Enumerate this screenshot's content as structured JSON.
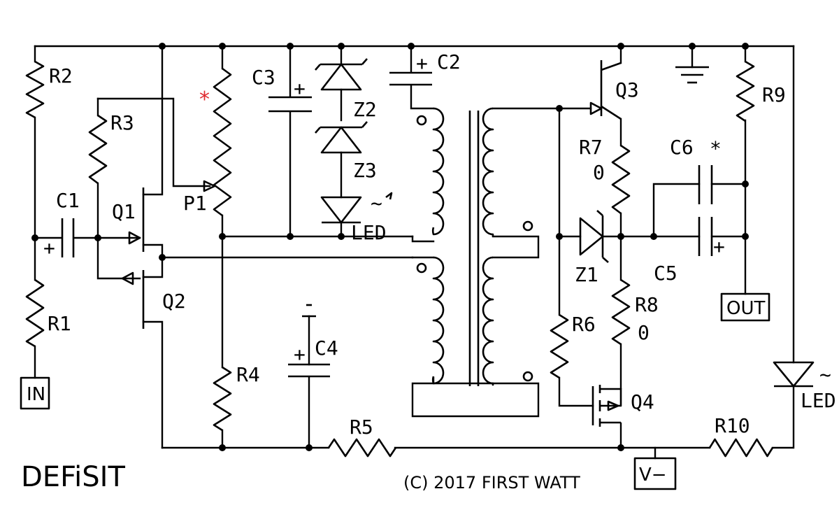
{
  "title": "DEFiSIT",
  "copyright": "(C) 2017 FIRST WATT",
  "marker_color": "#e0292e",
  "components": {
    "R1": "R1",
    "R2": "R2",
    "R3": "R3",
    "R4": "R4",
    "R5": "R5",
    "R6": "R6",
    "R7": "R7",
    "R8": "R8",
    "R9": "R9",
    "R10": "R10",
    "C1": "C1",
    "C2": "C2",
    "C3": "C3",
    "C4": "C4",
    "C5": "C5",
    "C6": "C6",
    "Q1": "Q1",
    "Q2": "Q2",
    "Q3": "Q3",
    "Q4": "Q4",
    "Z1": "Z1",
    "Z2": "Z2",
    "Z3": "Z3",
    "P1": "P1",
    "LED_left": "LED",
    "LED_right": "LED"
  },
  "values": {
    "R7": "0",
    "R8": "0"
  },
  "marks": {
    "plus": "+",
    "star": "*",
    "wave": "~"
  },
  "terminals": {
    "in": "IN",
    "out": "OUT",
    "vminus": "V−"
  }
}
